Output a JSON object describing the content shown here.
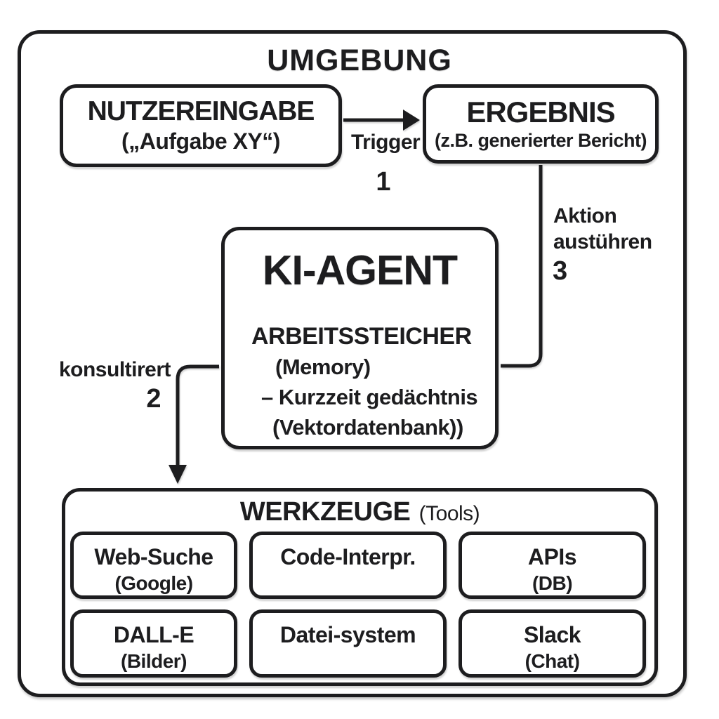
{
  "colors": {
    "ink": "#1d1d1f",
    "background": "#ffffff"
  },
  "environment": {
    "title": "UMGEBUNG"
  },
  "user_input": {
    "title": "NUTZEREINGABE",
    "subtitle": "(„Aufgabe XY“)"
  },
  "result": {
    "title": "ERGEBNIS",
    "subtitle": "(z.B. generierter Bericht)"
  },
  "agent": {
    "title": "KI-AGENT",
    "memory_heading": "ARBEITSSTEICHER",
    "memory_line1": "(Memory)",
    "memory_line2": "– Kurzzeit gedächtnis",
    "memory_line3": "(Vektordatenbank))"
  },
  "edges": {
    "trigger": {
      "label": "Trigger",
      "number": "1"
    },
    "consults": {
      "label": "konsultirert",
      "number": "2"
    },
    "action": {
      "label": "Aktion austühren",
      "number": "3"
    }
  },
  "tools": {
    "title": "WERKZEUGE",
    "subtitle": "(Tools)",
    "items": [
      {
        "name": "Web-Suche",
        "detail": "(Google)"
      },
      {
        "name": "Code-Interpr.",
        "detail": ""
      },
      {
        "name": "APIs",
        "detail": "(DB)"
      },
      {
        "name": "DALL-E",
        "detail": "(Bilder)"
      },
      {
        "name": "Datei-system",
        "detail": ""
      },
      {
        "name": "Slack",
        "detail": "(Chat)"
      }
    ]
  }
}
